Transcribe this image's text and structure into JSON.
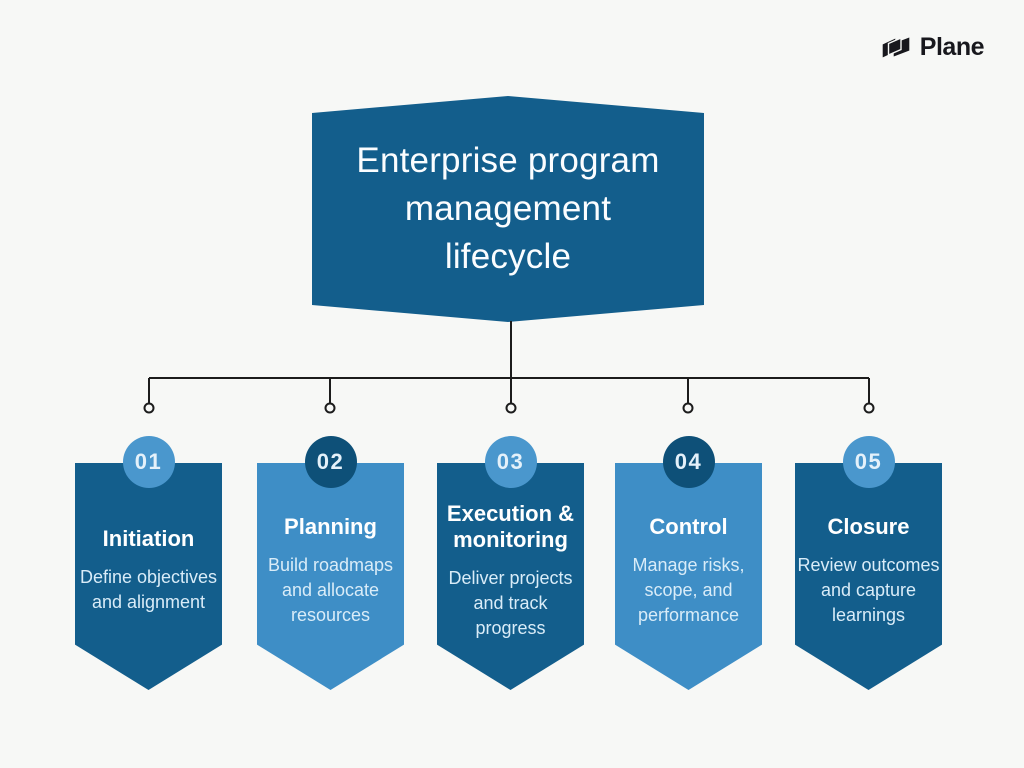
{
  "brand": {
    "name": "Plane"
  },
  "title": {
    "lines": [
      "Enterprise program",
      "management",
      "lifecycle"
    ]
  },
  "stages": [
    {
      "number": "01",
      "title": "Initiation",
      "description": "Define objectives and alignment",
      "variant": "dark"
    },
    {
      "number": "02",
      "title": "Planning",
      "description": "Build roadmaps and allocate resources",
      "variant": "light"
    },
    {
      "number": "03",
      "title": "Execution & monitoring",
      "description": "Deliver projects and track progress",
      "variant": "dark"
    },
    {
      "number": "04",
      "title": "Control",
      "description": "Manage risks, scope, and performance",
      "variant": "light"
    },
    {
      "number": "05",
      "title": "Closure",
      "description": "Review outcomes and capture learnings",
      "variant": "dark"
    }
  ],
  "colors": {
    "bg": "#f7f8f6",
    "dark": "#135e8c",
    "light": "#3e8ec6",
    "circle-dark": "#0e5078",
    "circle-light": "#4a97cd",
    "line": "#1c1c1c",
    "title-text": "#fbfdff",
    "body-text": "#d9ecf8",
    "logo-text": "#18181d"
  }
}
